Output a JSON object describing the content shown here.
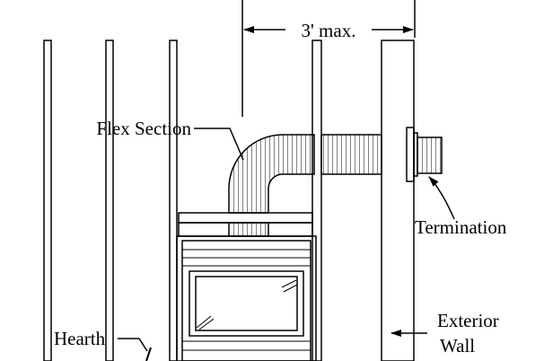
{
  "labels": {
    "dimension": "3' max.",
    "flex_section": "Flex Section",
    "termination": "Termination",
    "exterior_wall_line1": "Exterior",
    "exterior_wall_line2": "Wall",
    "hearth": "Hearth"
  },
  "colors": {
    "ink": "#000000",
    "paper": "#ffffff"
  }
}
